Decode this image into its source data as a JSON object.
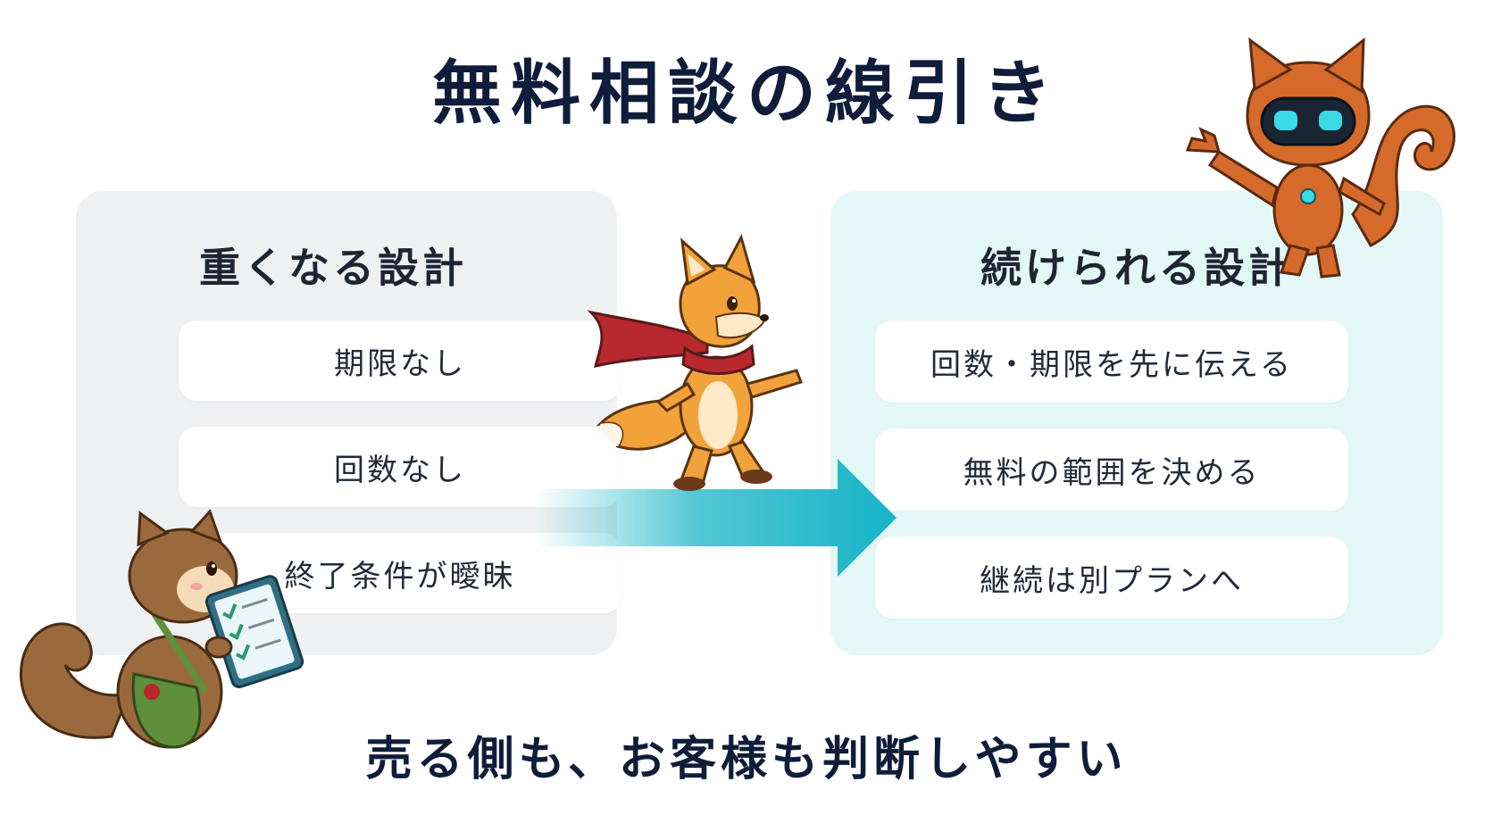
{
  "title": "無料相談の線引き",
  "left_panel": {
    "heading": "重くなる設計",
    "items": [
      "期限なし",
      "回数なし",
      "終了条件が曖昧"
    ]
  },
  "right_panel": {
    "heading": "続けられる設計",
    "items": [
      "回数・期限を先に伝える",
      "無料の範囲を決める",
      "継続は別プランへ"
    ]
  },
  "footer": "売る側も、お客様も判断しやすい",
  "colors": {
    "title": "#0f1c3a",
    "left_panel_bg": "#eff0f2",
    "right_panel_bg": "#e3f7f7",
    "arrow": "#17b4c7"
  },
  "illustrations": [
    "fox-mascot-icon",
    "robot-squirrel-icon",
    "squirrel-with-tablet-icon",
    "arrow-icon"
  ]
}
